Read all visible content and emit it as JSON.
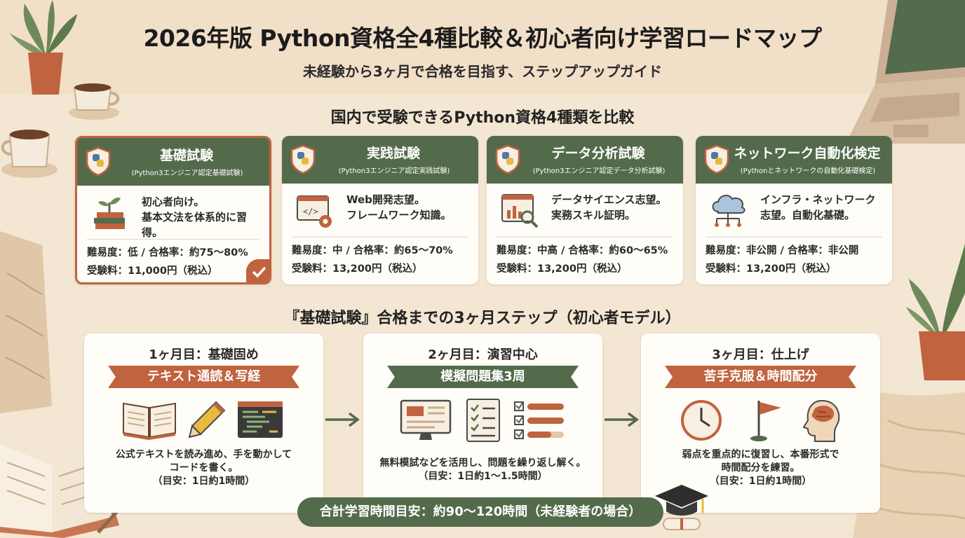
{
  "header": {
    "title": "2026年版 Python資格全4種比較＆初心者向け学習ロードマップ",
    "subtitle": "未経験から3ヶ月で合格を目指す、ステップアップガイド"
  },
  "comparison": {
    "title": "国内で受験できるPython資格4種類を比較",
    "cards": [
      {
        "name": "基礎試験",
        "sub": "(Python3エンジニア認定基礎試験)",
        "desc": "初心者向け。\n基本文法を体系的に習得。",
        "difficulty": "難易度：低 / 合格率：約75〜80%",
        "fee": "受験料：11,000円（税込）",
        "icon": "books-sprout-icon",
        "selected": true
      },
      {
        "name": "実践試験",
        "sub": "(Python3エンジニア認定実践試験)",
        "desc": "Web開発志望。\nフレームワーク知識。",
        "difficulty": "難易度：中 / 合格率：約65〜70%",
        "fee": "受験料：13,200円（税込）",
        "icon": "code-gear-icon",
        "selected": false
      },
      {
        "name": "データ分析試験",
        "sub": "(Python3エンジニア認定データ分析試験)",
        "desc": "データサイエンス志望。\n実務スキル証明。",
        "difficulty": "難易度：中高 / 合格率：約60〜65%",
        "fee": "受験料：13,200円（税込）",
        "icon": "chart-magnifier-icon",
        "selected": false
      },
      {
        "name": "ネットワーク自動化検定",
        "sub": "(Pythonとネットワークの自動化基礎検定)",
        "desc": "インフラ・ネットワーク\n志望。自動化基礎。",
        "difficulty": "難易度：非公開 / 合格率：非公開",
        "fee": "受験料：13,200円（税込）",
        "icon": "cloud-network-icon",
        "selected": false
      }
    ]
  },
  "roadmap": {
    "title": "『基礎試験』合格までの3ヶ月ステップ（初心者モデル）",
    "steps": [
      {
        "month": "1ヶ月目：基礎固め",
        "ribbon": "テキスト通読＆写経",
        "desc": "公式テキストを読み進め、手を動かして\nコードを書く。\n（目安：1日約1時間）"
      },
      {
        "month": "2ヶ月目：演習中心",
        "ribbon": "模擬問題集3周",
        "desc": "無料模試などを活用し、問題を繰り返し解く。\n（目安：1日約1〜1.5時間）"
      },
      {
        "month": "3ヶ月目：仕上げ",
        "ribbon": "苦手克服＆時間配分",
        "desc": "弱点を重点的に復習し、本番形式で\n時間配分を練習。\n（目安：1日約1時間）"
      }
    ],
    "total": "合計学習時間目安：約90〜120時間（未経験者の場合）"
  },
  "colors": {
    "green": "#536b4b",
    "orange": "#c0633f",
    "background": "#f3e6d2",
    "card": "#fffdf8"
  }
}
